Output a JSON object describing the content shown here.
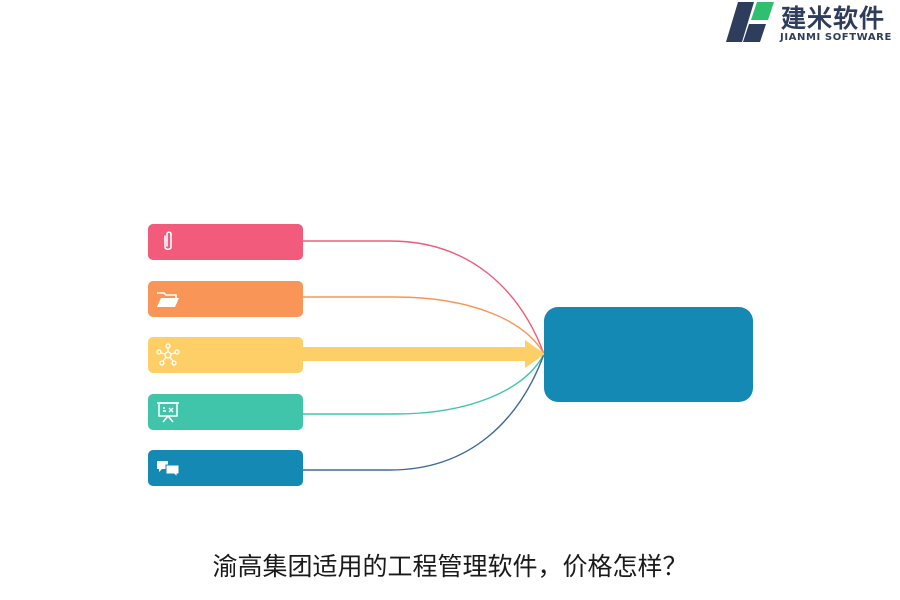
{
  "logo": {
    "name_cn": "建米软件",
    "name_en": "JIANMI SOFTWARE",
    "mark_colors": {
      "dark": "#2f3d5c",
      "green": "#2fbf6e"
    }
  },
  "diagram": {
    "sources": [
      {
        "icon": "paperclip-icon",
        "color": "#f25b7b"
      },
      {
        "icon": "folder-open-icon",
        "color": "#f99556"
      },
      {
        "icon": "network-icon",
        "color": "#fecf67"
      },
      {
        "icon": "presentation-board-icon",
        "color": "#40c5aa"
      },
      {
        "icon": "chat-bubbles-icon",
        "color": "#1389b4"
      }
    ],
    "target": {
      "color": "#1389b4"
    }
  },
  "caption": "渝高集团适用的工程管理软件，价格怎样？"
}
